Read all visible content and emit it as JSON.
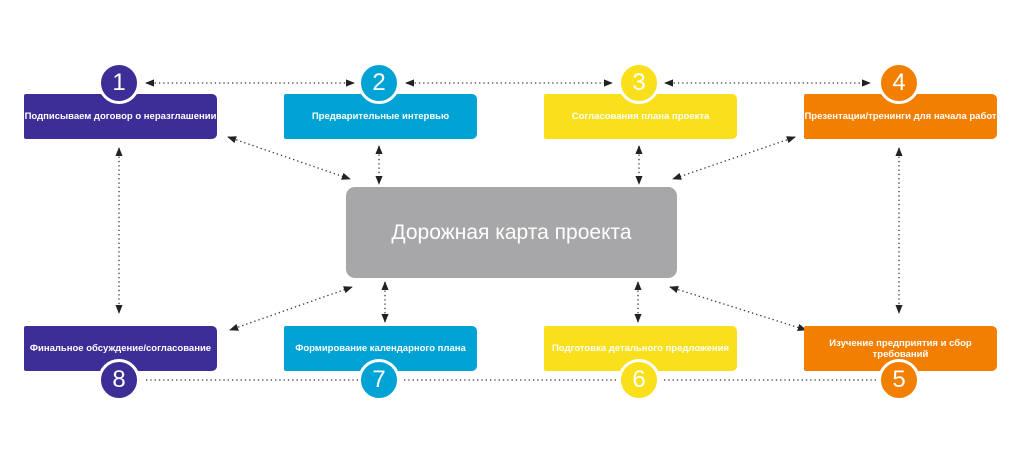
{
  "center": {
    "label": "Дорожная карта проекта",
    "color": "#a7a7a9"
  },
  "colors": {
    "purple": "#3d2d96",
    "cyan": "#00a3d4",
    "yellow": "#f9e01b",
    "orange": "#f27f00"
  },
  "steps": [
    {
      "number": "1",
      "label": "Подписываем договор о неразглашении"
    },
    {
      "number": "2",
      "label": "Предварительные интервью"
    },
    {
      "number": "3",
      "label": "Согласования плана проекта"
    },
    {
      "number": "4",
      "label": "Презентации/тренинги для начала работ"
    },
    {
      "number": "5",
      "label": "Изучение предприятия и сбор требований"
    },
    {
      "number": "6",
      "label": "Подготовка детального предложения"
    },
    {
      "number": "7",
      "label": "Формирование календарного плана"
    },
    {
      "number": "8",
      "label": "Финальное обсуждение/согласование"
    }
  ]
}
